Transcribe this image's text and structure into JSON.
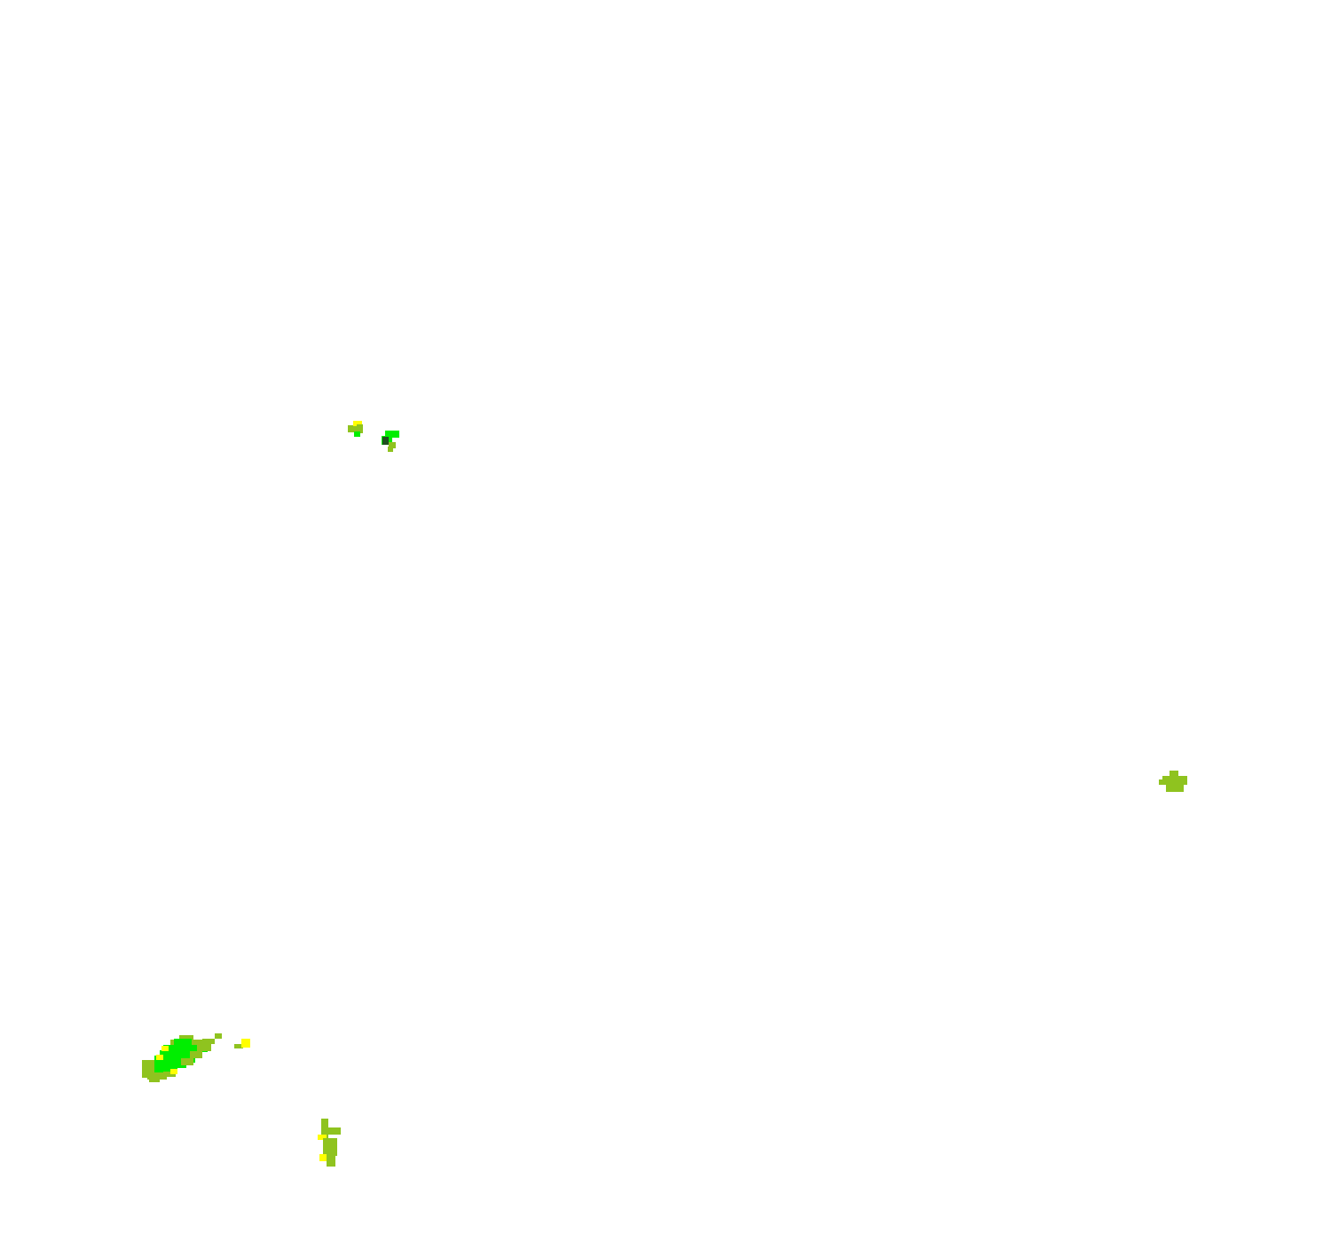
{
  "map": {
    "background_color": "#ffffff",
    "palette": {
      "bright_green": "#00ee00",
      "olive_green": "#8fc31f",
      "yellow": "#ffff00",
      "dark_green": "#1f4f1f"
    },
    "patches": [
      {
        "name": "patch-north-small-a",
        "colors": [
          "olive_green",
          "yellow",
          "bright_green"
        ]
      },
      {
        "name": "patch-north-small-b",
        "colors": [
          "bright_green",
          "olive_green",
          "dark_green"
        ]
      },
      {
        "name": "patch-east",
        "colors": [
          "olive_green"
        ]
      },
      {
        "name": "patch-southwest-large",
        "colors": [
          "bright_green",
          "olive_green",
          "yellow"
        ]
      },
      {
        "name": "patch-southwest-small",
        "colors": [
          "yellow",
          "olive_green"
        ]
      },
      {
        "name": "patch-south",
        "colors": [
          "olive_green",
          "yellow"
        ]
      }
    ]
  }
}
